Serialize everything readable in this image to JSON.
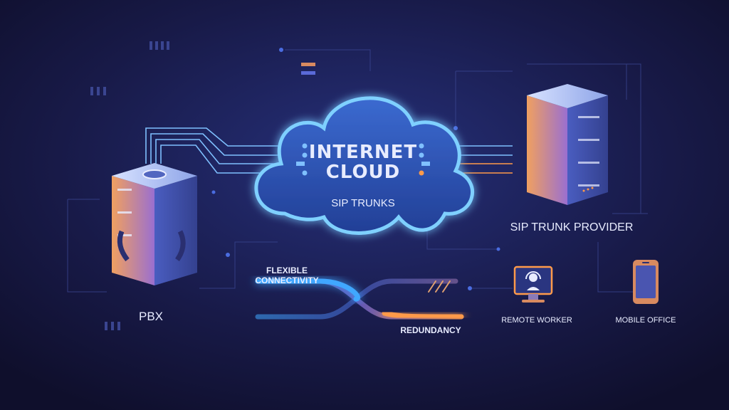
{
  "cloud": {
    "title_line1": "INTERNET",
    "title_line2": "CLOUD",
    "subtitle": "SIP TRUNKS"
  },
  "nodes": {
    "pbx": "PBX",
    "provider": "SIP TRUNK PROVIDER",
    "remote_worker": "REMOTE WORKER",
    "mobile_office": "MOBILE OFFICE"
  },
  "features": {
    "flexible_line1": "FLEXIBLE",
    "flexible_line2": "CONNECTIVITY",
    "redundancy": "REDUNDANCY"
  },
  "colors": {
    "background": "#15143a",
    "accent_blue": "#4aa8ff",
    "accent_orange": "#ff9a4a",
    "cloud_fill": "#2f55b8"
  },
  "icons": [
    "server-stack-icon",
    "cloud-icon",
    "telephone-handset-icon",
    "monitor-headset-icon",
    "smartphone-icon"
  ]
}
